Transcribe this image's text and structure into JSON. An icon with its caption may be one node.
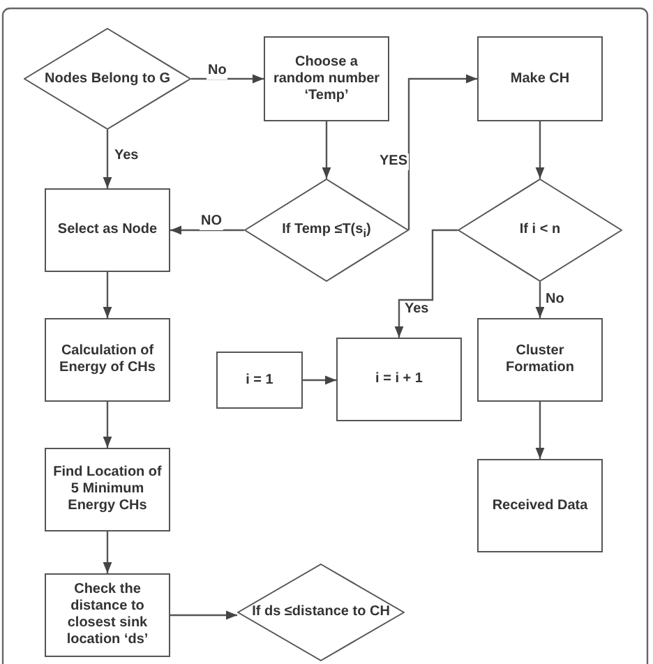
{
  "diagram": {
    "nodes": [
      {
        "text": [
          "Nodes Belong to G"
        ]
      },
      {
        "text": [
          "Choose a random number ‘Temp’"
        ]
      },
      {
        "text": [
          "Make CH"
        ]
      },
      {
        "text": [
          "If Temp ≤T(s$_{i}$)"
        ]
      },
      {
        "text": [
          "Select as Node"
        ]
      },
      {
        "text": [
          "If i < n"
        ]
      },
      {
        "text": [
          "Calculation of Energy of CHs"
        ]
      },
      {
        "text": [
          "i = 1"
        ]
      },
      {
        "text": [
          "i = i + 1"
        ]
      },
      {
        "text": [
          "Cluster Formation"
        ]
      },
      {
        "text": [
          "Find Location of 5 Minimum Energy CHs"
        ]
      },
      {
        "text": [
          "Received Data"
        ]
      },
      {
        "text": [
          "Check the distance to closest sink location ‘ds’"
        ]
      },
      {
        "text": [
          "If ds ≤distance to CH"
        ]
      }
    ],
    "edges": [
      {
        "from": 0,
        "to": 1,
        "arrow": "to",
        "label": "No"
      },
      {
        "from": 0,
        "to": 4,
        "arrow": "to",
        "label": "Yes"
      },
      {
        "from": 1,
        "to": 3,
        "arrow": "to"
      },
      {
        "from": 3,
        "to": 4,
        "arrow": "to",
        "label": "NO"
      },
      {
        "from": 3,
        "to": 2,
        "arrow": "to",
        "label": "YES"
      },
      {
        "from": 2,
        "to": 5,
        "arrow": "to"
      },
      {
        "from": 5,
        "to": 8,
        "arrow": "to",
        "label": "Yes"
      },
      {
        "from": 5,
        "to": 9,
        "arrow": "to",
        "label": "No"
      },
      {
        "from": 4,
        "to": 6,
        "arrow": "to"
      },
      {
        "from": 6,
        "to": 10,
        "arrow": "to"
      },
      {
        "from": 10,
        "to": 12,
        "arrow": "to"
      },
      {
        "from": 12,
        "to": 13,
        "arrow": "to"
      },
      {
        "from": 7,
        "to": 8,
        "arrow": "to"
      },
      {
        "from": 9,
        "to": 11,
        "arrow": "to"
      }
    ]
  }
}
